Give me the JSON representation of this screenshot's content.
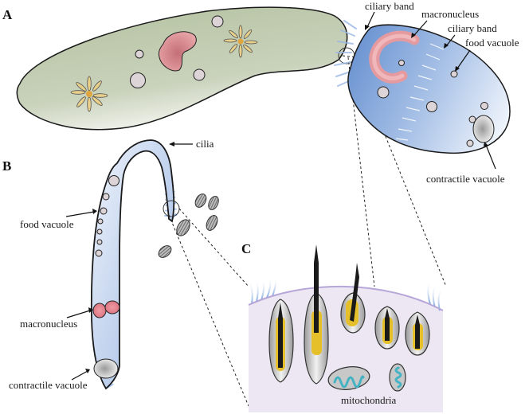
{
  "figure": {
    "panels": {
      "a": "A",
      "b": "B",
      "c": "C"
    },
    "panel_a_labels": {
      "ciliary_band_1": "ciliary band",
      "macronucleus": "macronucleus",
      "ciliary_band_2": "ciliary band",
      "food_vacuole": "food vacuole",
      "contractile_vacuole": "contractile vacuole"
    },
    "panel_b_labels": {
      "cilia": "cilia",
      "food_vacuole": "food vacuole",
      "macronucleus": "macronucleus",
      "contractile_vacuole": "contractile vacuole"
    },
    "panel_c_labels": {
      "mitochondria": "mitochondria"
    },
    "colors": {
      "paramecium_fill": "#b9c6a6",
      "stentor_fill": "#7fa2d6",
      "nucleus": "#d98a8e",
      "cilia_blue": "#7ea6dd",
      "cilia_gray": "#8a8e98",
      "panel_c_bg": "#ece7f2",
      "membrane": "#b7a6d8",
      "trichocyst_yellow": "#e6c02a",
      "mitochondria_cyan": "#46b3c4"
    }
  }
}
